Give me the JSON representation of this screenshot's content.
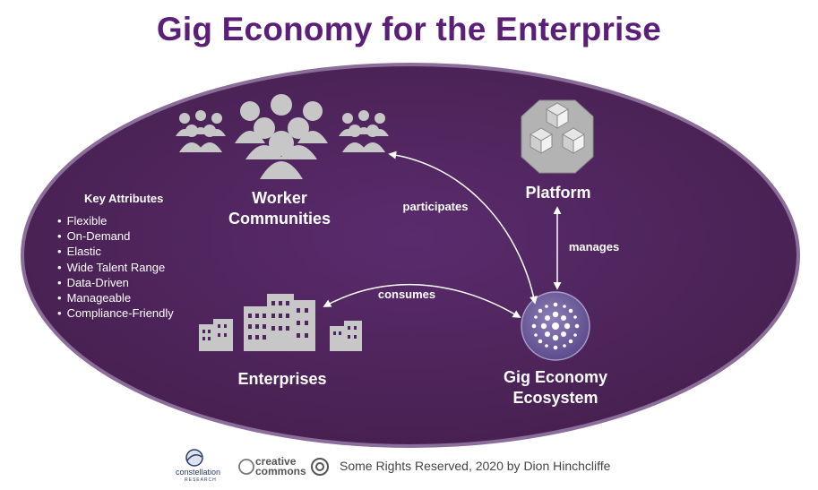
{
  "title": "Gig Economy for the Enterprise",
  "nodes": {
    "worker_communities": [
      "Worker",
      "Communities"
    ],
    "platform": "Platform",
    "enterprises": "Enterprises",
    "gig_ecosystem": [
      "Gig Economy",
      "Ecosystem"
    ]
  },
  "edges": {
    "participates": "participates",
    "manages": "manages",
    "consumes": "consumes"
  },
  "key_attributes": {
    "heading": "Key Attributes",
    "items": [
      "Flexible",
      "On-Demand",
      "Elastic",
      "Wide Talent Range",
      "Data-Driven",
      "Manageable",
      "Compliance-Friendly"
    ]
  },
  "footer": {
    "logo_name": "constellation",
    "logo_sub": "RESEARCH",
    "cc_top": "creative",
    "cc_bottom": "commons",
    "rights": "Some Rights Reserved, 2020 by Dion Hinchcliffe"
  },
  "colors": {
    "ellipse": "#4f2560",
    "ellipse_border": "#8a6d99",
    "title": "#5b1f78",
    "icon_gray": "#b9b9b9"
  }
}
